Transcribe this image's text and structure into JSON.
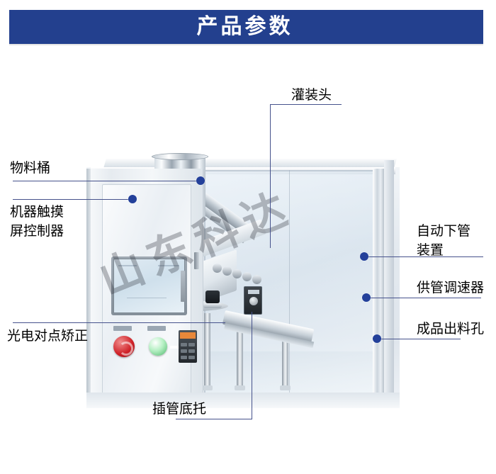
{
  "banner": {
    "title": "产品参数"
  },
  "image": {
    "watermark_text": "山东科达",
    "subject": "tube filling and sealing machine"
  },
  "callouts": [
    {
      "id": "filling-head",
      "label": "灌装头",
      "side": "top"
    },
    {
      "id": "material-hopper",
      "label": "物料桶",
      "side": "left"
    },
    {
      "id": "touchscreen-control",
      "label": "机器触摸\n屏控制器",
      "side": "left"
    },
    {
      "id": "photoelectric-align",
      "label": "光电对点矫正",
      "side": "left"
    },
    {
      "id": "auto-tube-feeder",
      "label": "自动下管\n装置",
      "side": "right"
    },
    {
      "id": "tube-speed-governor",
      "label": "供管调速器",
      "side": "right"
    },
    {
      "id": "product-outlet",
      "label": "成品出料孔",
      "side": "right"
    },
    {
      "id": "tube-bottom-holder",
      "label": "插管底托",
      "side": "bottom"
    }
  ],
  "colors": {
    "banner_bg": "#23408e",
    "banner_text": "#ffffff",
    "leader_line": "#46528c",
    "callout_dot": "#23409a",
    "label_text": "#000000",
    "page_bg": "#ffffff"
  }
}
